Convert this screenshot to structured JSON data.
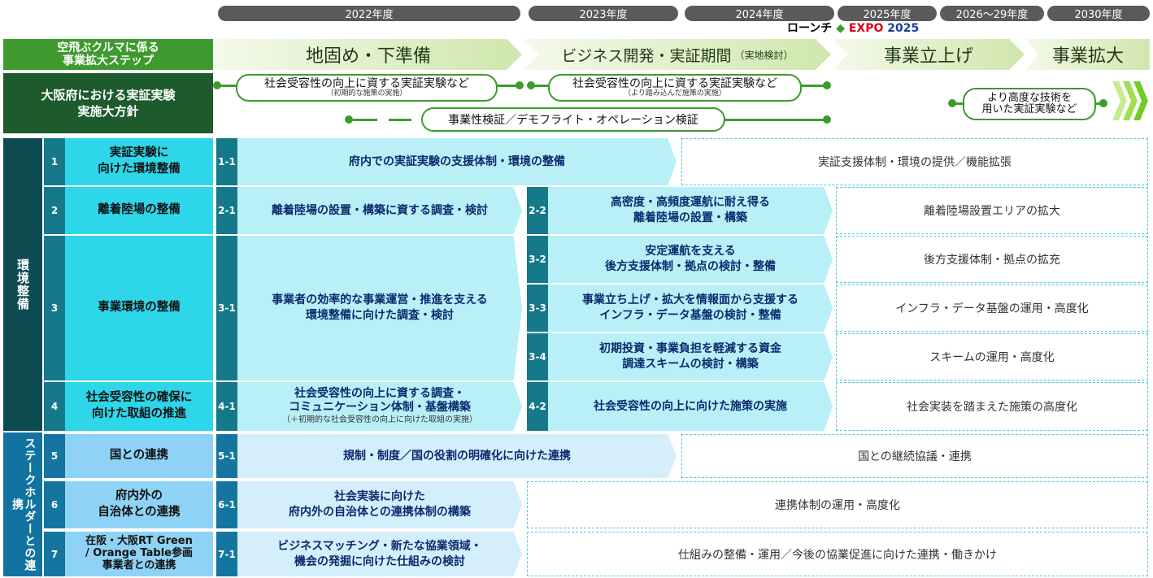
{
  "years": [
    "2022年度",
    "2023年度",
    "2024年度",
    "2025年度",
    "2026〜29年度",
    "2030年度"
  ],
  "launch": {
    "text": "ローンチ",
    "diamond": "◆",
    "expo": "EXPO",
    "expo_year": "2025"
  },
  "steps_header": "空飛ぶクルマに係る\n事業拡大ステップ",
  "phases": {
    "p1": "地固め・下準備",
    "p2": "ビジネス開発・実証期間",
    "p2_note": "（実地検討）",
    "p3": "事業立上げ",
    "p4": "事業拡大"
  },
  "policy": {
    "label": "大阪府における実証実験\n実施大方針",
    "pill1_main": "社会受容性の向上に資する実証実験など",
    "pill1_sub": "（初期的な施策の実施）",
    "pill2_main": "社会受容性の向上に資する実証実験など",
    "pill2_sub": "（より踏み込んだ施策の実施）",
    "pill3": "事業性検証／デモフライト・オペレーション検証",
    "pill4": "より高度な技術を\n用いた実証実験など"
  },
  "sections": {
    "env": "環境整備",
    "stake": "ステークホルダーとの連携"
  },
  "rows": [
    {
      "num": "1",
      "topic": "実証実験に\n向けた環境整備",
      "code": "1-1",
      "task": "府内での実証実験の支援体制・環境の整備",
      "future": "実証支援体制・環境の提供／機能拡張"
    },
    {
      "num": "2",
      "topic": "離着陸場の整備",
      "code": "2-1",
      "task": "離着陸場の設置・構築に資する調査・検討",
      "code2": "2-2",
      "task2": "高密度・高頻度運航に耐え得る\n離着陸場の設置・構築",
      "future": "離着陸場設置エリアの拡大"
    },
    {
      "num": "3",
      "topic": "事業環境の整備",
      "code": "3-1",
      "task": "事業者の効率的な事業運営・推進を支える\n環境整備に向けた調査・検討",
      "subs": [
        {
          "code": "3-2",
          "task": "安定運航を支える\n後方支援体制・拠点の検討・整備",
          "future": "後方支援体制・拠点の拡充"
        },
        {
          "code": "3-3",
          "task": "事業立ち上げ・拡大を情報面から支援する\nインフラ・データ基盤の検討・整備",
          "future": "インフラ・データ基盤の運用・高度化"
        },
        {
          "code": "3-4",
          "task": "初期投資・事業負担を軽減する資金\n調達スキームの検討・構築",
          "future": "スキームの運用・高度化"
        }
      ]
    },
    {
      "num": "4",
      "topic": "社会受容性の確保に\n向けた取組の推進",
      "code": "4-1",
      "task": "社会受容性の向上に資する調査・\nコミュニケーション体制・基盤構築",
      "task_note": "（＋初期的な社会受容性の向上に向けた取組の実施）",
      "code2": "4-2",
      "task2": "社会受容性の向上に向けた施策の実施",
      "future": "社会実装を踏まえた施策の高度化"
    },
    {
      "num": "5",
      "topic": "国との連携",
      "code": "5-1",
      "task": "規制・制度／国の役割の明確化に向けた連携",
      "future": "国との継続協議・連携"
    },
    {
      "num": "6",
      "topic": "府内外の\n自治体との連携",
      "code": "6-1",
      "task": "社会実装に向けた\n府内外の自治体との連携体制の構築",
      "future": "連携体制の運用・高度化"
    },
    {
      "num": "7",
      "topic": "在阪・大阪RT Green\n/ Orange Table参画\n事業者との連携",
      "code": "7-1",
      "task": "ビジネスマッチング・新たな協業領域・\n機会の発掘に向けた仕組みの検討",
      "future": "仕組みの整備・運用／今後の協業促進に向けた連携・働きかけ"
    }
  ]
}
